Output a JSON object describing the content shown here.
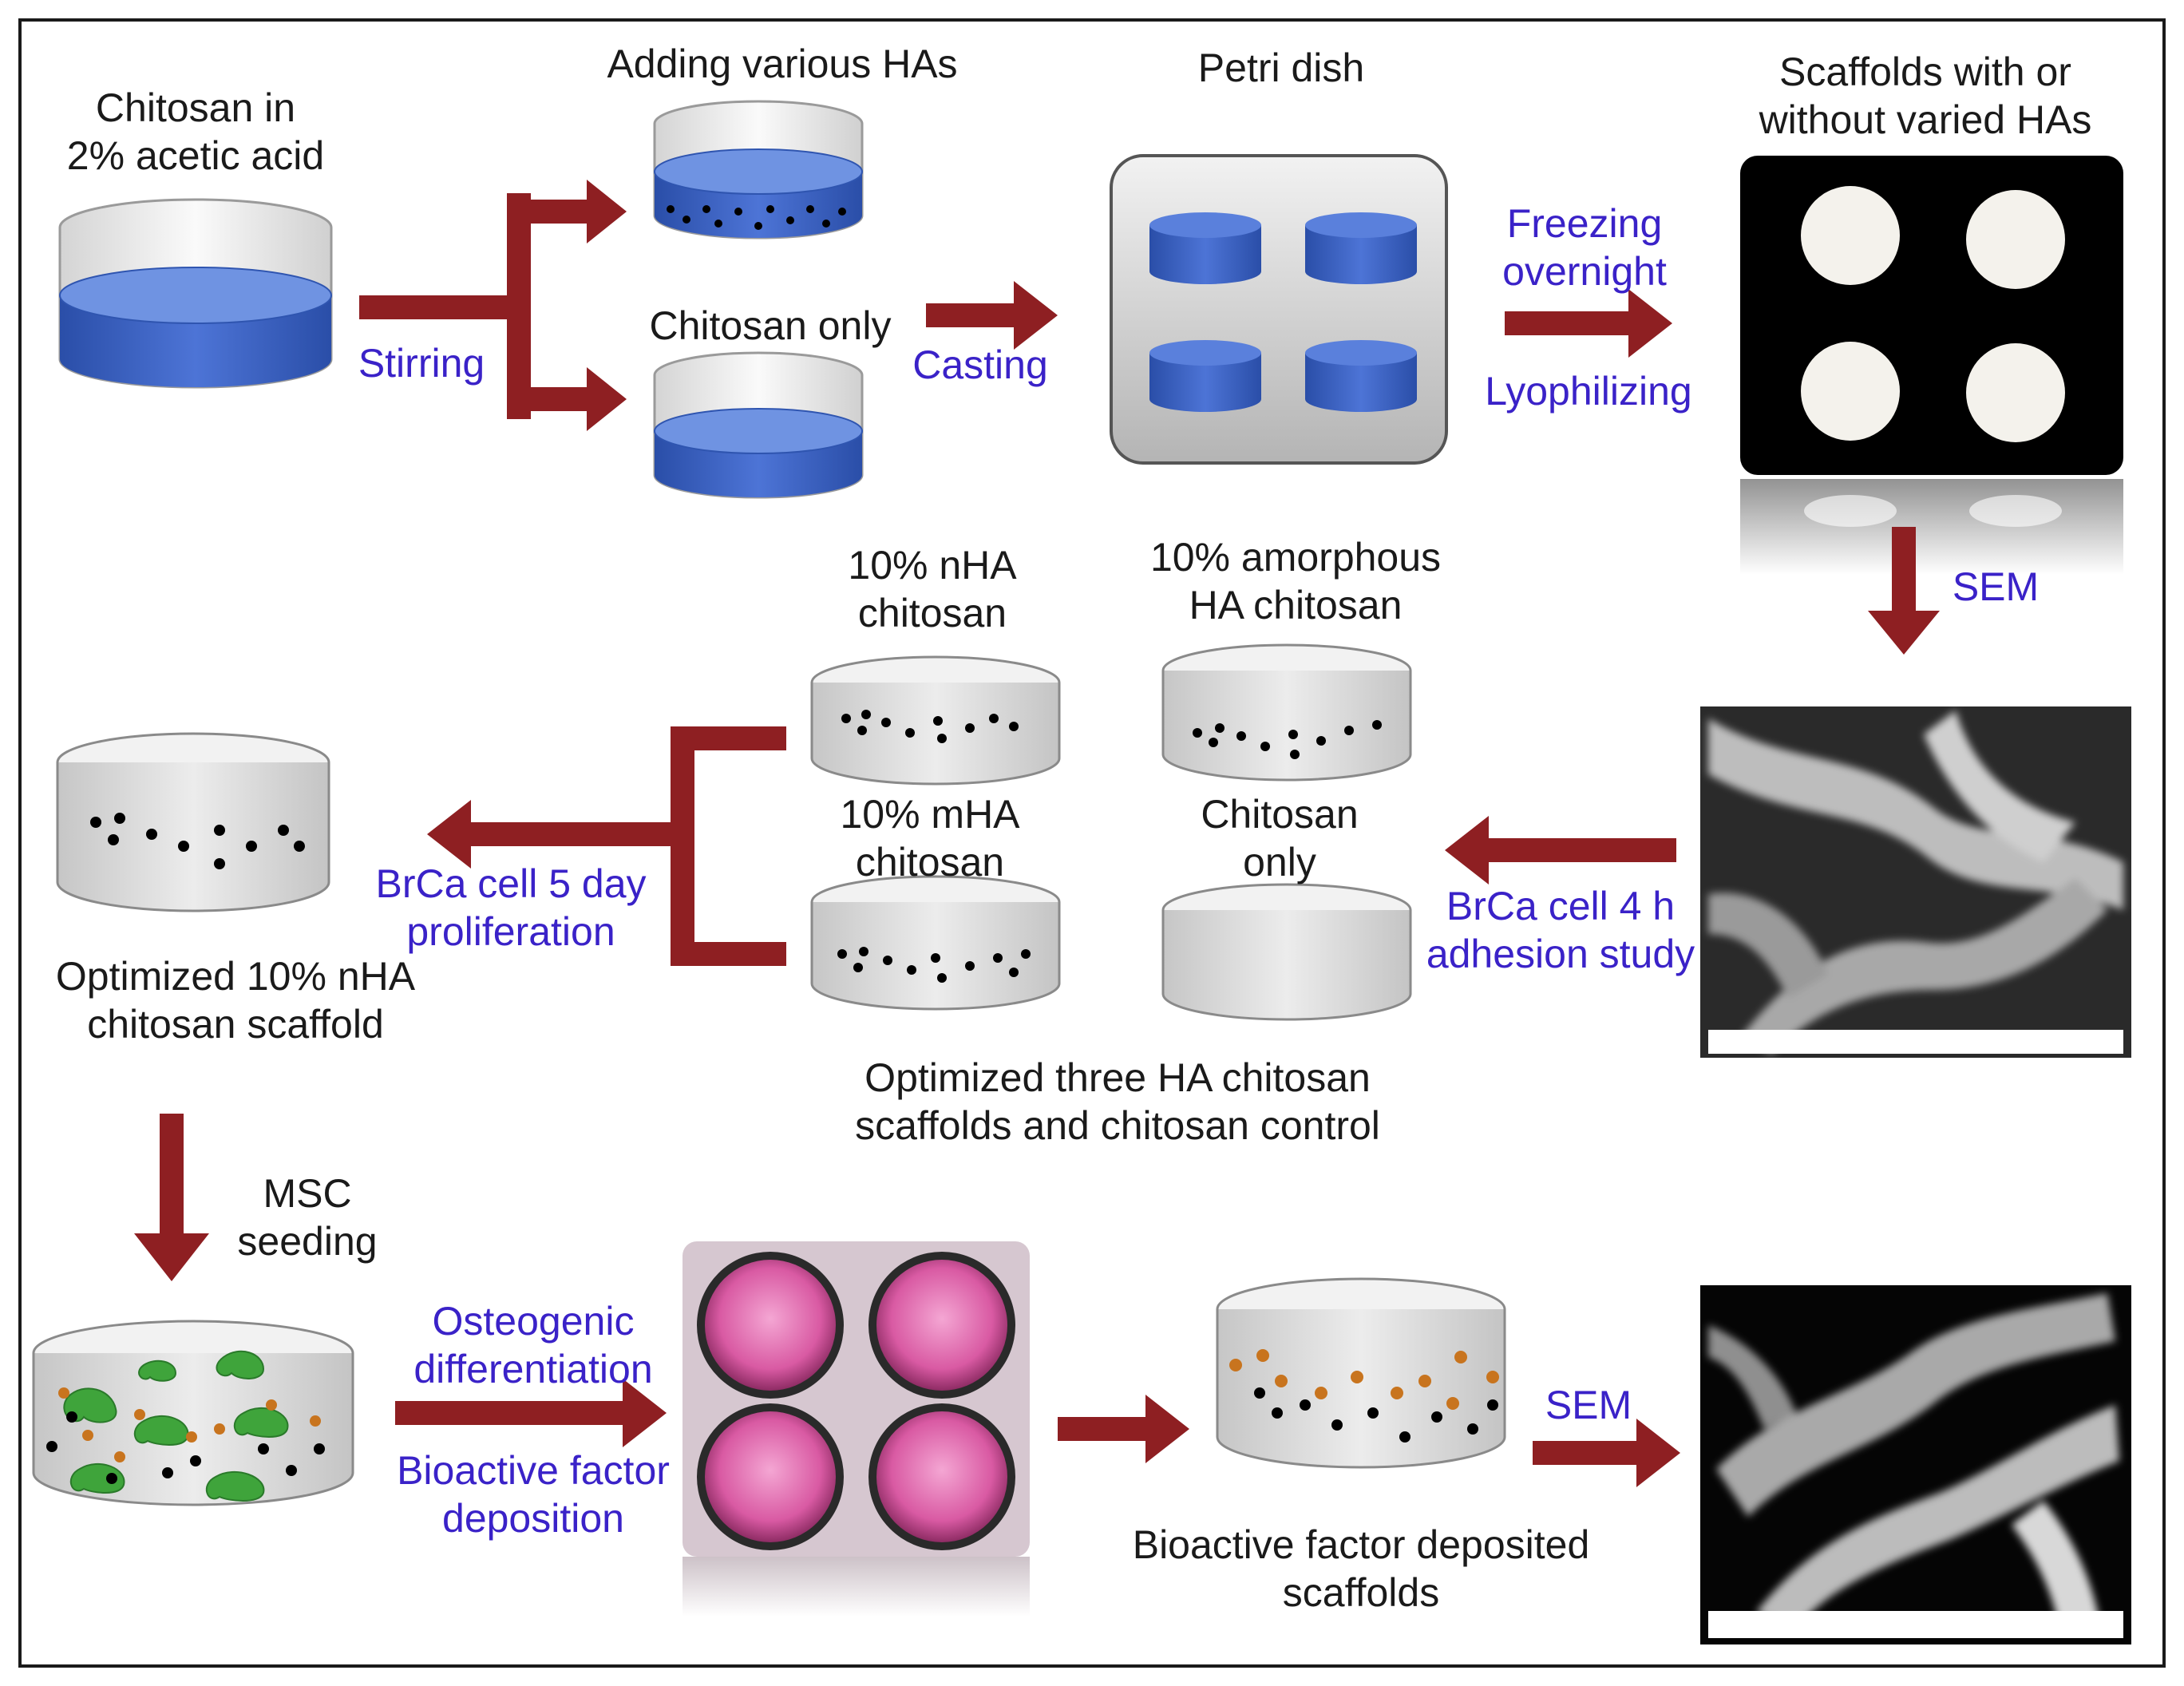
{
  "colors": {
    "arrow": "#8e1f22",
    "label_text": "#1a1a1a",
    "step_text": "#3a22c8",
    "solution": "#3f64c8",
    "hydroxyapatite_dot": "#000000",
    "bioactive_dot": "#c8741e",
    "msc_cell": "#3fa43b",
    "culture_medium": "#d9589f"
  },
  "top_row": {
    "start_label": [
      "Chitosan in",
      "2% acetic acid"
    ],
    "stirring": "Stirring",
    "branch_ha": "Adding various HAs",
    "branch_plain": "Chitosan only",
    "casting": "Casting",
    "petri": "Petri dish",
    "freezing": [
      "Freezing",
      "overnight"
    ],
    "lyophilizing": "Lyophilizing",
    "scaffolds_label": [
      "Scaffolds with or",
      "without varied HAs"
    ]
  },
  "middle_row": {
    "sem": "SEM",
    "adhesion": [
      "BrCa cell 4 h",
      "adhesion study"
    ],
    "nha": [
      "10% nHA",
      "chitosan"
    ],
    "amorphous": [
      "10% amorphous",
      "HA chitosan"
    ],
    "mha": [
      "10% mHA",
      "chitosan"
    ],
    "chitosan_only": [
      "Chitosan",
      "only"
    ],
    "three_scaffolds": [
      "Optimized three HA chitosan",
      "scaffolds and chitosan control"
    ],
    "proliferation": [
      "BrCa cell 5 day",
      "proliferation"
    ],
    "optimized": [
      "Optimized 10% nHA",
      "chitosan scaffold"
    ]
  },
  "bottom_row": {
    "msc": [
      "MSC",
      "seeding"
    ],
    "osteogenic": [
      "Osteogenic",
      "differentiation"
    ],
    "bioactive_step": [
      "Bioactive factor",
      "deposition"
    ],
    "deposited": [
      "Bioactive factor deposited",
      "scaffolds"
    ],
    "sem": "SEM"
  }
}
